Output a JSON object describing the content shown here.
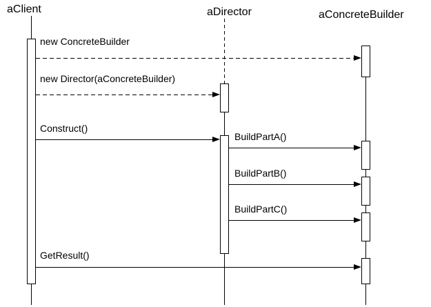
{
  "participants": [
    {
      "name": "aClient"
    },
    {
      "name": "aDirector"
    },
    {
      "name": "aConcreteBuilder"
    }
  ],
  "messages": [
    {
      "label": "new ConcreteBuilder",
      "from": "aClient",
      "to": "aConcreteBuilder",
      "line_style": "dashed"
    },
    {
      "label": "new Director(aConcreteBuilder)",
      "from": "aClient",
      "to": "aDirector",
      "line_style": "dashed"
    },
    {
      "label": "Construct()",
      "from": "aClient",
      "to": "aDirector",
      "line_style": "solid"
    },
    {
      "label": "BuildPartA()",
      "from": "aDirector",
      "to": "aConcreteBuilder",
      "line_style": "solid"
    },
    {
      "label": "BuildPartB()",
      "from": "aDirector",
      "to": "aConcreteBuilder",
      "line_style": "solid"
    },
    {
      "label": "BuildPartC()",
      "from": "aDirector",
      "to": "aConcreteBuilder",
      "line_style": "solid"
    },
    {
      "label": "GetResult()",
      "from": "aClient",
      "to": "aConcreteBuilder",
      "line_style": "solid"
    }
  ],
  "colors": {
    "background": "#ffffff",
    "line": "#000000",
    "activation_fill": "#ffffff"
  }
}
